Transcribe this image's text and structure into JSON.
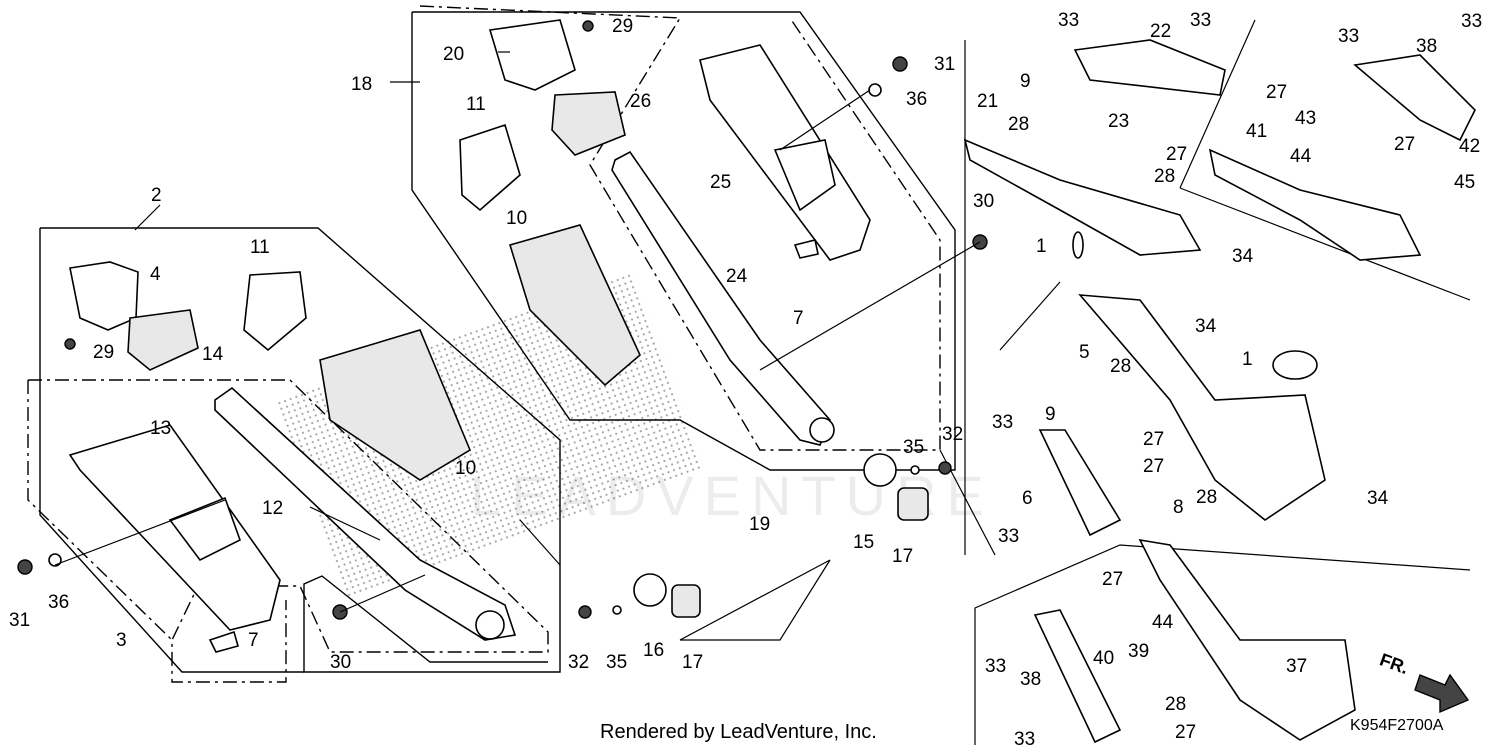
{
  "diagram": {
    "credit_text": "Rendered by LeadVenture, Inc.",
    "diagram_code": "K954F2700A",
    "direction_label": "FR.",
    "watermark_text": "LEADVENTURE",
    "callouts": [
      "33",
      "22",
      "33",
      "33",
      "38",
      "33",
      "9",
      "21",
      "27",
      "43",
      "27",
      "28",
      "23",
      "27",
      "41",
      "44",
      "42",
      "45",
      "28",
      "18",
      "20",
      "29",
      "31",
      "26",
      "36",
      "11",
      "25",
      "30",
      "2",
      "10",
      "1",
      "34",
      "4",
      "11",
      "24",
      "7",
      "34",
      "29",
      "14",
      "5",
      "1",
      "28",
      "13",
      "33",
      "9",
      "35",
      "32",
      "27",
      "12",
      "10",
      "27",
      "28",
      "34",
      "6",
      "8",
      "15",
      "17",
      "19",
      "31",
      "36",
      "3",
      "7",
      "30",
      "32",
      "35",
      "16",
      "17",
      "33",
      "27",
      "44",
      "40",
      "39",
      "37",
      "33",
      "38",
      "28",
      "33",
      "27"
    ]
  }
}
